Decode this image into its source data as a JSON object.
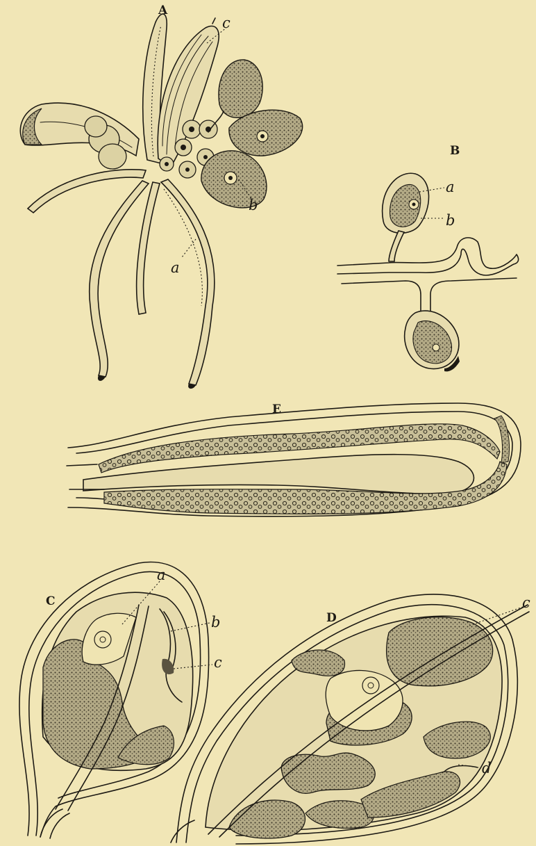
{
  "figures": {
    "A": {
      "label": "A",
      "parts": {
        "a": "a",
        "b": "b",
        "c": "c"
      }
    },
    "B": {
      "label": "B",
      "parts": {
        "a": "a",
        "b": "b"
      }
    },
    "C": {
      "label": "C",
      "parts": {
        "a": "a",
        "b": "b",
        "c": "c"
      }
    },
    "D": {
      "label": "D",
      "parts": {
        "c": "c",
        "d": "d"
      }
    },
    "E": {
      "label": "E"
    }
  },
  "colors": {
    "paper": "#f1e6b6",
    "ink": "#1d1a14",
    "stipple": "#9a9273"
  }
}
